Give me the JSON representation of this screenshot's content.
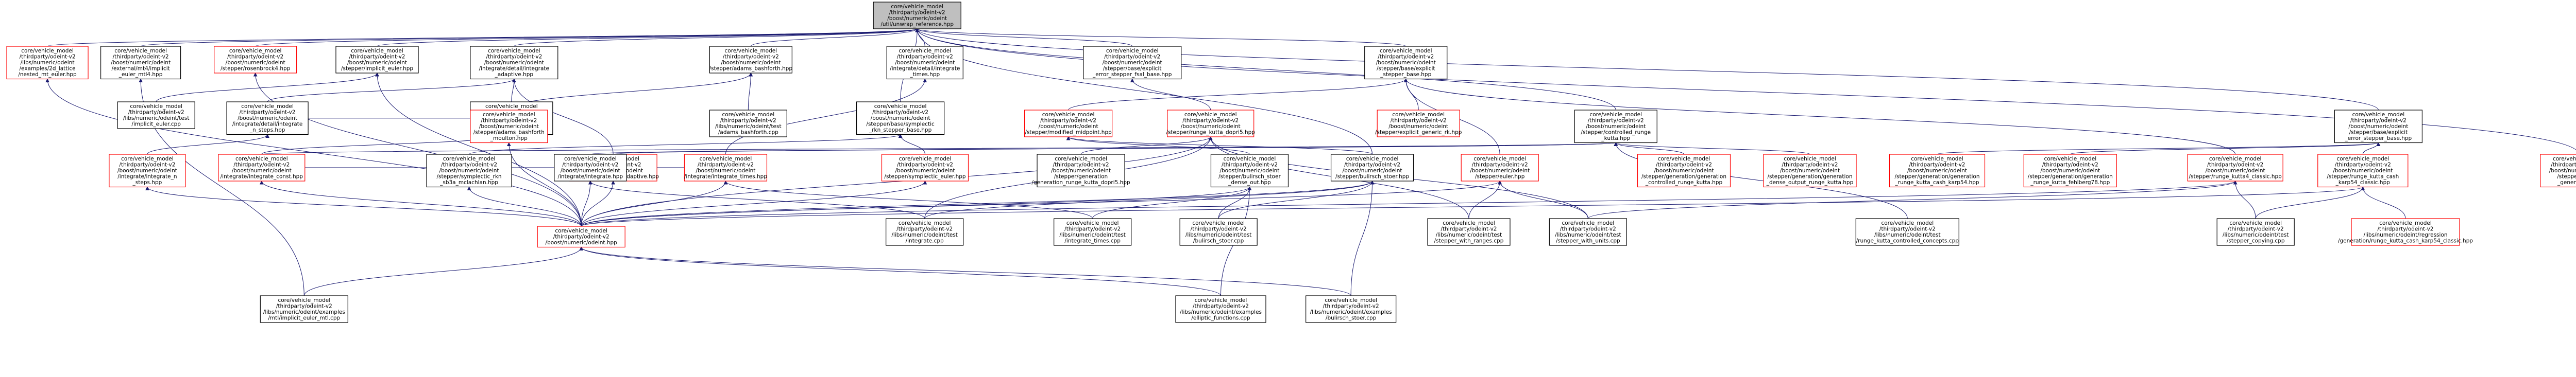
{
  "colors": {
    "background": "#ffffff",
    "edge": "#191970",
    "node_border_default": "#000000",
    "node_border_undocumented": "#ff0000",
    "root_fill": "#bfbfbf"
  },
  "nodes": [
    {
      "id": "root",
      "lines": [
        "core/vehicle_model",
        "/thirdparty/odeint-v2",
        "/boost/numeric/odeint",
        "/util/unwrap_reference.hpp"
      ],
      "kind": "root"
    },
    {
      "id": "explicit_euler",
      "lines": [
        "core/vehicle_model",
        "/thirdparty/odeint-v2",
        "/libs/numeric/odeint",
        "/examples/2d_lattice",
        "/nested_mt_euler.hpp"
      ],
      "kind": "red"
    },
    {
      "id": "euler_mt",
      "lines": [
        "core/vehicle_model",
        "/thirdparty/odeint-v2",
        "/boost/numeric/odeint",
        "/external/mt4/implicit",
        "_euler_mtl4.hpp"
      ],
      "kind": "black"
    },
    {
      "id": "rosenbrock4",
      "lines": [
        "core/vehicle_model",
        "/thirdparty/odeint-v2",
        "/boost/numeric/odeint",
        "/stepper/rosenbrock4.hpp"
      ],
      "kind": "red"
    },
    {
      "id": "implicit_euler",
      "lines": [
        "core/vehicle_model",
        "/thirdparty/odeint-v2",
        "/boost/numeric/odeint",
        "/stepper/implicit_euler.hpp"
      ],
      "kind": "black"
    },
    {
      "id": "integrate_adaptive_detail",
      "lines": [
        "core/vehicle_model",
        "/thirdparty/odeint-v2",
        "/boost/numeric/odeint",
        "/integrate/detail/integrate",
        "_adaptive.hpp"
      ],
      "kind": "black"
    },
    {
      "id": "adams_bashforth",
      "lines": [
        "core/vehicle_model",
        "/thirdparty/odeint-v2",
        "/boost/numeric/odeint",
        "/stepper/adams_bashforth.hpp"
      ],
      "kind": "black"
    },
    {
      "id": "detail_integrate_times",
      "lines": [
        "core/vehicle_model",
        "/thirdparty/odeint-v2",
        "/boost/numeric/odeint",
        "/integrate/detail/integrate",
        "_times.hpp"
      ],
      "kind": "black"
    },
    {
      "id": "explicit_error_fsal",
      "lines": [
        "core/vehicle_model",
        "/thirdparty/odeint-v2",
        "/boost/numeric/odeint",
        "/stepper/base/explicit",
        "_error_stepper_fsal_base.hpp"
      ],
      "kind": "black"
    },
    {
      "id": "explicit_stepper_base",
      "lines": [
        "core/vehicle_model",
        "/thirdparty/odeint-v2",
        "/boost/numeric/odeint",
        "/stepper/base/explicit",
        "_stepper_base.hpp"
      ],
      "kind": "black"
    },
    {
      "id": "test_implicit_euler",
      "lines": [
        "core/vehicle_model",
        "/thirdparty/odeint-v2",
        "/libs/numeric/odeint/test",
        "/implicit_euler.cpp"
      ],
      "kind": "black"
    },
    {
      "id": "integrate_n_steps_detail",
      "lines": [
        "core/vehicle_model",
        "/thirdparty/odeint-v2",
        "/boost/numeric/odeint",
        "/integrate/detail/integrate",
        "_n_steps.hpp"
      ],
      "kind": "black"
    },
    {
      "id": "integrate_const_detail",
      "lines": [
        "core/vehicle_model",
        "/thirdparty/odeint-v2",
        "/boost/numeric/odeint",
        "/integrate/detail/integrate",
        "_const.hpp"
      ],
      "kind": "black"
    },
    {
      "id": "adams_bashforth_moulton",
      "lines": [
        "core/vehicle_model",
        "/thirdparty/odeint-v2",
        "/boost/numeric/odeint",
        "/stepper/adams_bashforth",
        "_moulton.hpp"
      ],
      "kind": "red"
    },
    {
      "id": "test_adams_bashforth",
      "lines": [
        "core/vehicle_model",
        "/thirdparty/odeint-v2",
        "/libs/numeric/odeint/test",
        "/adams_bashforth.cpp"
      ],
      "kind": "black"
    },
    {
      "id": "symplectic_base",
      "lines": [
        "core/vehicle_model",
        "/thirdparty/odeint-v2",
        "/boost/numeric/odeint",
        "/stepper/base/symplectic",
        "_rkn_stepper_base.hpp"
      ],
      "kind": "black"
    },
    {
      "id": "modified_midpoint",
      "lines": [
        "core/vehicle_model",
        "/thirdparty/odeint-v2",
        "/boost/numeric/odeint",
        "/stepper/modified_midpoint.hpp"
      ],
      "kind": "red"
    },
    {
      "id": "runge_kutta_dopri5",
      "lines": [
        "core/vehicle_model",
        "/thirdparty/odeint-v2",
        "/boost/numeric/odeint",
        "/stepper/runge_kutta_dopri5.hpp"
      ],
      "kind": "red"
    },
    {
      "id": "explicit_generic_rk",
      "lines": [
        "core/vehicle_model",
        "/thirdparty/odeint-v2",
        "/boost/numeric/odeint",
        "/stepper/explicit_generic_rk.hpp"
      ],
      "kind": "red"
    },
    {
      "id": "controlled_runge_kutta",
      "lines": [
        "core/vehicle_model",
        "/thirdparty/odeint-v2",
        "/boost/numeric/odeint",
        "/stepper/controlled_runge",
        "_kutta.hpp"
      ],
      "kind": "black"
    },
    {
      "id": "explicit_error_base",
      "lines": [
        "core/vehicle_model",
        "/thirdparty/odeint-v2",
        "/boost/numeric/odeint",
        "/stepper/base/explicit",
        "_error_stepper_base.hpp"
      ],
      "kind": "black"
    },
    {
      "id": "integrate_n_steps",
      "lines": [
        "core/vehicle_model",
        "/thirdparty/odeint-v2",
        "/boost/numeric/odeint",
        "/integrate/integrate_n",
        "_steps.hpp"
      ],
      "kind": "red"
    },
    {
      "id": "integrate_const",
      "lines": [
        "core/vehicle_model",
        "/thirdparty/odeint-v2",
        "/boost/numeric/odeint",
        "/integrate/integrate_const.hpp"
      ],
      "kind": "red"
    },
    {
      "id": "integrate_adaptive",
      "lines": [
        "core/vehicle_model",
        "/thirdparty/odeint-v2",
        "/boost/numeric/odeint",
        "/integrate/integrate_adaptive.hpp"
      ],
      "kind": "red"
    },
    {
      "id": "symplectic_rkn_mclachlan",
      "lines": [
        "core/vehicle_model",
        "/thirdparty/odeint-v2",
        "/boost/numeric/odeint",
        "/stepper/symplectic_rkn",
        "_sb3a_mclachlan.hpp"
      ],
      "kind": "black"
    },
    {
      "id": "integrate",
      "lines": [
        "core/vehicle_model",
        "/thirdparty/odeint-v2",
        "/boost/numeric/odeint",
        "/integrate/integrate.hpp"
      ],
      "kind": "black"
    },
    {
      "id": "integrate_times",
      "lines": [
        "core/vehicle_model",
        "/thirdparty/odeint-v2",
        "/boost/numeric/odeint",
        "/integrate/integrate_times.hpp"
      ],
      "kind": "red"
    },
    {
      "id": "symplectic_euler",
      "lines": [
        "core/vehicle_model",
        "/thirdparty/odeint-v2",
        "/boost/numeric/odeint",
        "/stepper/symplectic_euler.hpp"
      ],
      "kind": "red"
    },
    {
      "id": "gen_rk_dopri5",
      "lines": [
        "core/vehicle_model",
        "/thirdparty/odeint-v2",
        "/boost/numeric/odeint",
        "/stepper/generation",
        "/generation_runge_kutta_dopri5.hpp"
      ],
      "kind": "black"
    },
    {
      "id": "bulirsch_stoer_dense",
      "lines": [
        "core/vehicle_model",
        "/thirdparty/odeint-v2",
        "/boost/numeric/odeint",
        "/stepper/bulirsch_stoer",
        "_dense_out.hpp"
      ],
      "kind": "black"
    },
    {
      "id": "bulirsch_stoer",
      "lines": [
        "core/vehicle_model",
        "/thirdparty/odeint-v2",
        "/boost/numeric/odeint",
        "/stepper/bulirsch_stoer.hpp"
      ],
      "kind": "black"
    },
    {
      "id": "euler",
      "lines": [
        "core/vehicle_model",
        "/thirdparty/odeint-v2",
        "/boost/numeric/odeint",
        "/stepper/euler.hpp"
      ],
      "kind": "red"
    },
    {
      "id": "gen_controlled_rk",
      "lines": [
        "core/vehicle_model",
        "/thirdparty/odeint-v2",
        "/boost/numeric/odeint",
        "/stepper/generation/generation",
        "_controlled_runge_kutta.hpp"
      ],
      "kind": "red"
    },
    {
      "id": "gen_dense_output_rk",
      "lines": [
        "core/vehicle_model",
        "/thirdparty/odeint-v2",
        "/boost/numeric/odeint",
        "/stepper/generation/generation",
        "_dense_output_runge_kutta.hpp"
      ],
      "kind": "red"
    },
    {
      "id": "gen_rk_cash_karp54",
      "lines": [
        "core/vehicle_model",
        "/thirdparty/odeint-v2",
        "/boost/numeric/odeint",
        "/stepper/generation/generation",
        "_runge_kutta_cash_karp54.hpp"
      ],
      "kind": "red"
    },
    {
      "id": "gen_rk_fehlberg78",
      "lines": [
        "core/vehicle_model",
        "/thirdparty/odeint-v2",
        "/boost/numeric/odeint",
        "/stepper/generation/generation",
        "_runge_kutta_fehlberg78.hpp"
      ],
      "kind": "red"
    },
    {
      "id": "runge_kutta4_classic",
      "lines": [
        "core/vehicle_model",
        "/thirdparty/odeint-v2",
        "/boost/numeric/odeint",
        "/stepper/runge_kutta4_classic.hpp"
      ],
      "kind": "red"
    },
    {
      "id": "runge_kutta_cash_karp54",
      "lines": [
        "core/vehicle_model",
        "/thirdparty/odeint-v2",
        "/boost/numeric/odeint",
        "/stepper/runge_kutta_cash",
        "_karp54_classic.hpp"
      ],
      "kind": "red"
    },
    {
      "id": "explicit_generic_rk2",
      "lines": [
        "core/vehicle_model",
        "/thirdparty/odeint-v2",
        "/boost/numeric/odeint",
        "/stepper/explicit",
        "_generic_rk.hpp"
      ],
      "kind": "red"
    },
    {
      "id": "odeint_hpp",
      "lines": [
        "core/vehicle_model",
        "/thirdparty/odeint-v2",
        "/boost/numeric/odeint.hpp"
      ],
      "kind": "red"
    },
    {
      "id": "test_integrate",
      "lines": [
        "core/vehicle_model",
        "/thirdparty/odeint-v2",
        "/libs/numeric/odeint/test",
        "/integrate.cpp"
      ],
      "kind": "black"
    },
    {
      "id": "test_integrate_times",
      "lines": [
        "core/vehicle_model",
        "/thirdparty/odeint-v2",
        "/libs/numeric/odeint/test",
        "/integrate_times.cpp"
      ],
      "kind": "black"
    },
    {
      "id": "test_bulirsch_stoer",
      "lines": [
        "core/vehicle_model",
        "/thirdparty/odeint-v2",
        "/libs/numeric/odeint/test",
        "/bulirsch_stoer.cpp"
      ],
      "kind": "black"
    },
    {
      "id": "test_stepper_with_ranges",
      "lines": [
        "core/vehicle_model",
        "/thirdparty/odeint-v2",
        "/libs/numeric/odeint/test",
        "/stepper_with_ranges.cpp"
      ],
      "kind": "black"
    },
    {
      "id": "test_stepper_with_units",
      "lines": [
        "core/vehicle_model",
        "/thirdparty/odeint-v2",
        "/libs/numeric/odeint/test",
        "/stepper_with_units.cpp"
      ],
      "kind": "black"
    },
    {
      "id": "test_rk_controlled_concepts",
      "lines": [
        "core/vehicle_model",
        "/thirdparty/odeint-v2",
        "/libs/numeric/odeint/test",
        "/runge_kutta_controlled_concepts.cpp"
      ],
      "kind": "black"
    },
    {
      "id": "test_stepper_copying",
      "lines": [
        "core/vehicle_model",
        "/thirdparty/odeint-v2",
        "/libs/numeric/odeint/test",
        "/stepper_copying.cpp"
      ],
      "kind": "black"
    },
    {
      "id": "regression_cash_karp",
      "lines": [
        "core/vehicle_model",
        "/thirdparty/odeint-v2",
        "/libs/numeric/odeint/regression",
        "/generation/runge_kutta_cash_karp54_classic.hpp"
      ],
      "kind": "red"
    },
    {
      "id": "example_implicit_euler_mtl",
      "lines": [
        "core/vehicle_model",
        "/thirdparty/odeint-v2",
        "/libs/numeric/odeint/examples",
        "/mtl/implicit_euler_mtl.cpp"
      ],
      "kind": "black"
    },
    {
      "id": "example_elliptic",
      "lines": [
        "core/vehicle_model",
        "/thirdparty/odeint-v2",
        "/libs/numeric/odeint/examples",
        "/elliptic_functions.cpp"
      ],
      "kind": "black"
    },
    {
      "id": "example_bulirsch_stoer",
      "lines": [
        "core/vehicle_model",
        "/thirdparty/odeint-v2",
        "/libs/numeric/odeint/examples",
        "/bulirsch_stoer.cpp"
      ],
      "kind": "black"
    }
  ],
  "edges": [
    [
      "root",
      "explicit_euler"
    ],
    [
      "root",
      "euler_mt"
    ],
    [
      "root",
      "rosenbrock4"
    ],
    [
      "root",
      "implicit_euler"
    ],
    [
      "root",
      "integrate_adaptive_detail"
    ],
    [
      "root",
      "adams_bashforth"
    ],
    [
      "root",
      "detail_integrate_times"
    ],
    [
      "root",
      "explicit_error_fsal"
    ],
    [
      "root",
      "explicit_stepper_base"
    ],
    [
      "root",
      "controlled_runge_kutta"
    ],
    [
      "root",
      "explicit_error_base"
    ],
    [
      "root",
      "symplectic_base"
    ],
    [
      "root",
      "bulirsch_stoer"
    ],
    [
      "root",
      "explicit_generic_rk2"
    ],
    [
      "euler_mt",
      "example_implicit_euler_mtl"
    ],
    [
      "implicit_euler",
      "test_implicit_euler"
    ],
    [
      "implicit_euler",
      "odeint_hpp"
    ],
    [
      "rosenbrock4",
      "odeint_hpp"
    ],
    [
      "explicit_euler",
      "odeint_hpp"
    ],
    [
      "integrate_adaptive_detail",
      "integrate_n_steps_detail"
    ],
    [
      "integrate_adaptive_detail",
      "integrate_const_detail"
    ],
    [
      "integrate_adaptive_detail",
      "integrate_adaptive"
    ],
    [
      "integrate_n_steps_detail",
      "integrate_const_detail"
    ],
    [
      "integrate_n_steps_detail",
      "integrate_n_steps"
    ],
    [
      "integrate_const_detail",
      "integrate_const"
    ],
    [
      "adams_bashforth",
      "test_adams_bashforth"
    ],
    [
      "adams_bashforth",
      "adams_bashforth_moulton"
    ],
    [
      "adams_bashforth_moulton",
      "odeint_hpp"
    ],
    [
      "detail_integrate_times",
      "integrate_times"
    ],
    [
      "explicit_error_fsal",
      "runge_kutta_dopri5"
    ],
    [
      "explicit_stepper_base",
      "modified_midpoint"
    ],
    [
      "explicit_stepper_base",
      "explicit_generic_rk"
    ],
    [
      "explicit_stepper_base",
      "euler"
    ],
    [
      "explicit_stepper_base",
      "runge_kutta4_classic"
    ],
    [
      "symplectic_base",
      "symplectic_rkn_mclachlan"
    ],
    [
      "symplectic_base",
      "symplectic_euler"
    ],
    [
      "runge_kutta_dopri5",
      "gen_rk_dopri5"
    ],
    [
      "runge_kutta_dopri5",
      "odeint_hpp"
    ],
    [
      "runge_kutta_dopri5",
      "test_integrate"
    ],
    [
      "runge_kutta_dopri5",
      "test_stepper_with_ranges"
    ],
    [
      "runge_kutta_dopri5",
      "test_stepper_with_units"
    ],
    [
      "modified_midpoint",
      "bulirsch_stoer_dense"
    ],
    [
      "modified_midpoint",
      "bulirsch_stoer"
    ],
    [
      "controlled_runge_kutta",
      "gen_controlled_rk"
    ],
    [
      "controlled_runge_kutta",
      "gen_dense_output_rk"
    ],
    [
      "controlled_runge_kutta",
      "integrate"
    ],
    [
      "controlled_runge_kutta",
      "integrate_const"
    ],
    [
      "controlled_runge_kutta",
      "integrate_adaptive"
    ],
    [
      "controlled_runge_kutta",
      "test_rk_controlled_concepts"
    ],
    [
      "explicit_error_base",
      "runge_kutta_cash_karp54"
    ],
    [
      "explicit_error_base",
      "gen_rk_cash_karp54"
    ],
    [
      "explicit_error_base",
      "gen_rk_fehlberg78"
    ],
    [
      "integrate_adaptive",
      "integrate"
    ],
    [
      "integrate_adaptive",
      "integrate_times"
    ],
    [
      "integrate_adaptive",
      "odeint_hpp"
    ],
    [
      "integrate_n_steps",
      "odeint_hpp"
    ],
    [
      "integrate_const",
      "odeint_hpp"
    ],
    [
      "integrate_const",
      "integrate"
    ],
    [
      "integrate",
      "odeint_hpp"
    ],
    [
      "integrate",
      "test_integrate"
    ],
    [
      "integrate_times",
      "odeint_hpp"
    ],
    [
      "integrate_times",
      "test_integrate_times"
    ],
    [
      "symplectic_rkn_mclachlan",
      "odeint_hpp"
    ],
    [
      "symplectic_euler",
      "odeint_hpp"
    ],
    [
      "bulirsch_stoer_dense",
      "odeint_hpp"
    ],
    [
      "bulirsch_stoer_dense",
      "test_bulirsch_stoer"
    ],
    [
      "bulirsch_stoer_dense",
      "example_elliptic"
    ],
    [
      "bulirsch_stoer_dense",
      "test_integrate_times"
    ],
    [
      "bulirsch_stoer",
      "odeint_hpp"
    ],
    [
      "bulirsch_stoer",
      "test_bulirsch_stoer"
    ],
    [
      "bulirsch_stoer",
      "example_bulirsch_stoer"
    ],
    [
      "bulirsch_stoer",
      "test_integrate"
    ],
    [
      "euler",
      "odeint_hpp"
    ],
    [
      "euler",
      "test_stepper_with_ranges"
    ],
    [
      "euler",
      "test_stepper_with_units"
    ],
    [
      "runge_kutta4_classic",
      "odeint_hpp"
    ],
    [
      "runge_kutta4_classic",
      "test_stepper_copying"
    ],
    [
      "runge_kutta4_classic",
      "test_stepper_with_units"
    ],
    [
      "runge_kutta_cash_karp54",
      "regression_cash_karp"
    ],
    [
      "runge_kutta_cash_karp54",
      "test_stepper_copying"
    ],
    [
      "runge_kutta_cash_karp54",
      "odeint_hpp"
    ],
    [
      "odeint_hpp",
      "example_implicit_euler_mtl"
    ],
    [
      "odeint_hpp",
      "example_elliptic"
    ],
    [
      "odeint_hpp",
      "example_bulirsch_stoer"
    ]
  ]
}
